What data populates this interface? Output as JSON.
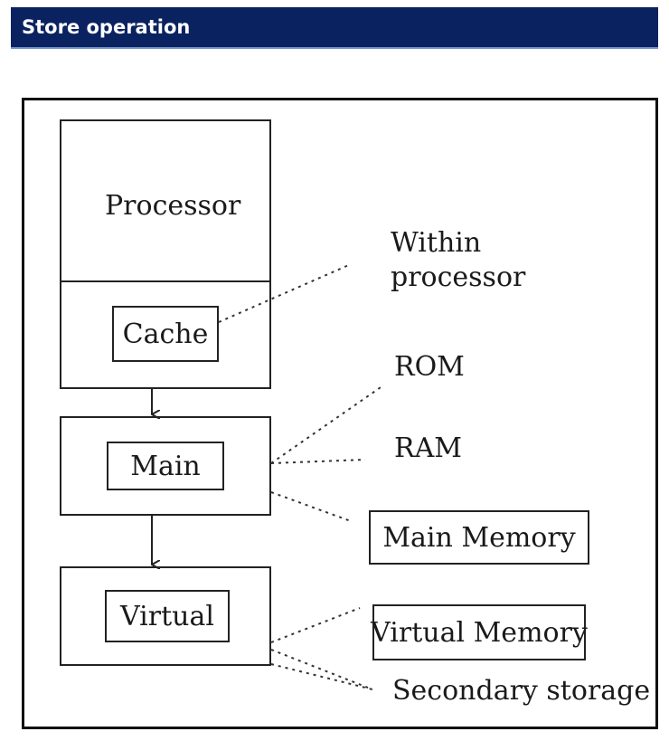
{
  "header": {
    "title": "Store operation",
    "background": "#0a2260",
    "underline": "#6f8fc9"
  },
  "diagram": {
    "processor": "Processor",
    "cache": "Cache",
    "main": "Main",
    "virtual": "Virtual",
    "within_processor": "Within processor",
    "rom": "ROM",
    "ram": "RAM",
    "main_memory": "Main Memory",
    "virtual_memory": "Virtual Memory",
    "secondary_storage": "Secondary storage"
  }
}
